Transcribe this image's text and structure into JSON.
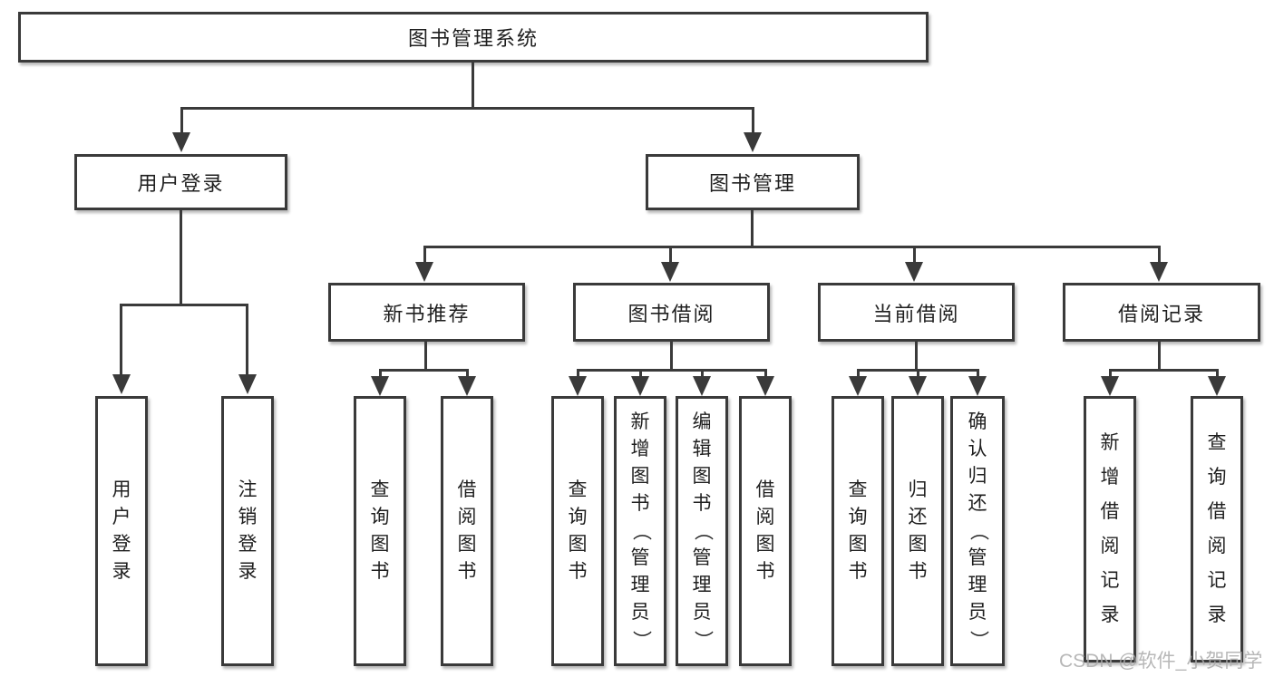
{
  "title": "图书管理系统",
  "watermark": "CSDN @软件_小贺同学",
  "colors": {
    "line": "#3a3a3a",
    "text": "#1f1f1f",
    "watermark": "#aaaaaa"
  },
  "nodes": {
    "root": "图书管理系统",
    "user_login": "用户登录",
    "book_mgmt": "图书管理",
    "new_book_rec": "新书推荐",
    "book_borrow": "图书借阅",
    "current_borrow": "当前借阅",
    "borrow_records": "借阅记录"
  },
  "leaves": {
    "user_login": [
      "用户登录",
      "注销登录"
    ],
    "new_book_rec": [
      "查询图书",
      "借阅图书"
    ],
    "book_borrow": [
      "查询图书",
      "新增图书（管理员）",
      "编辑图书（管理员）",
      "借阅图书"
    ],
    "current_borrow": [
      "查询图书",
      "归还图书",
      "确认归还（管理员）"
    ],
    "borrow_records": [
      "新增借阅记录",
      "查询借阅记录"
    ]
  }
}
